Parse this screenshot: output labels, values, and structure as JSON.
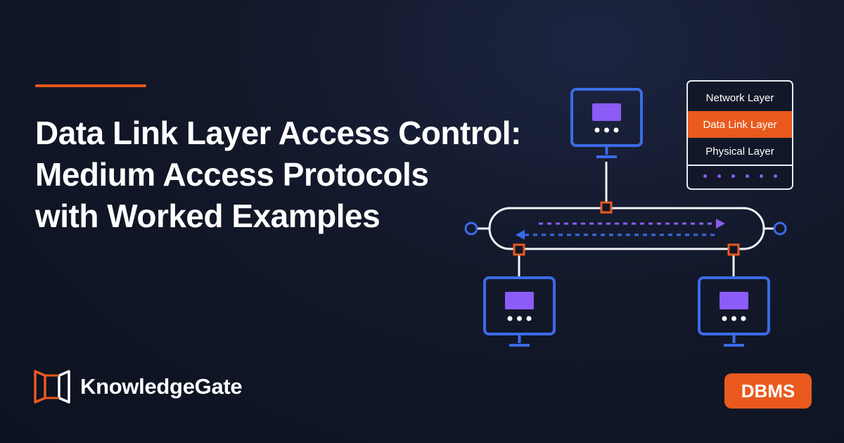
{
  "title": {
    "line1": "Data Link Layer Access Control:",
    "line2": "Medium Access Protocols",
    "line3": "with Worked Examples"
  },
  "brand": {
    "name": "KnowledgeGate",
    "logo_icon": "knowledgegate-logo-icon"
  },
  "badge": {
    "label": "DBMS"
  },
  "layer_stack": {
    "layers": [
      "Network Layer",
      "Data Link Layer",
      "Physical Layer"
    ],
    "highlighted": "Data Link Layer"
  },
  "colors": {
    "background": "#121829",
    "accent": "#ea5a1e",
    "device_blue": "#3b6be6",
    "screen_purple": "#8b5cf6",
    "text": "#ffffff"
  },
  "network_diagram": {
    "devices": [
      "computer-top",
      "computer-bottom-left",
      "computer-bottom-right"
    ],
    "bus": "shared-bus-medium"
  }
}
